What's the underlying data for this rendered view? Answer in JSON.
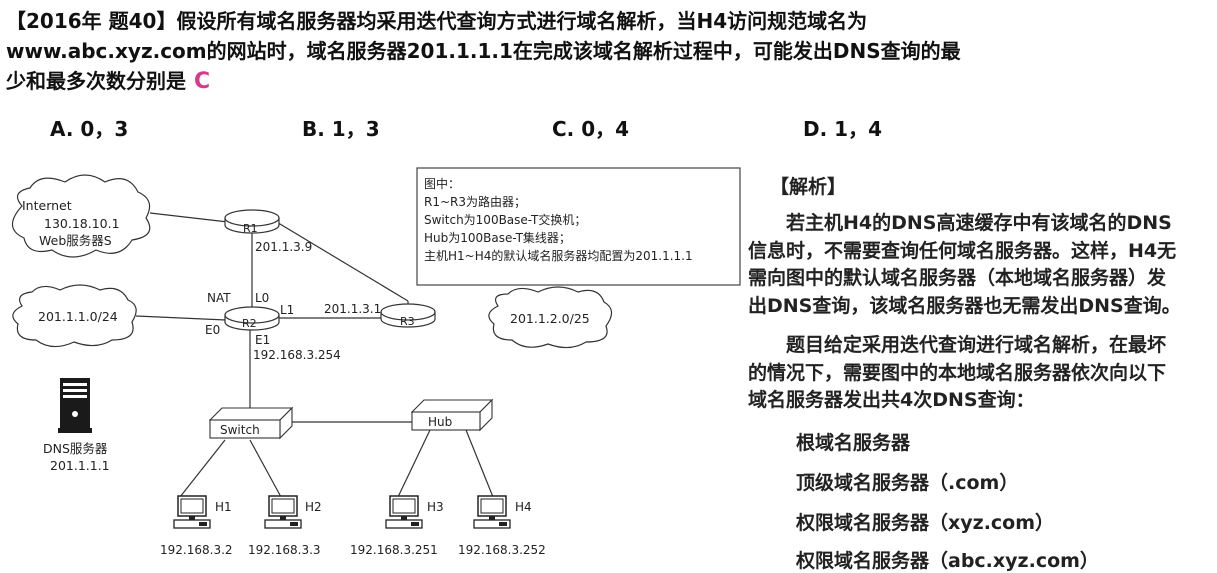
{
  "question": {
    "line1": "【2016年 题40】假设所有域名服务器均采用迭代查询方式进行域名解析，当H4访问规范域名为",
    "line2": "www.abc.xyz.com的网站时，域名服务器201.1.1.1在完成该域名解析过程中，可能发出DNS查询的最",
    "line3": "少和最多次数分别是",
    "answer": "C"
  },
  "options": [
    {
      "label": "A. 0，3"
    },
    {
      "label": "B. 1，3"
    },
    {
      "label": "C. 0，4"
    },
    {
      "label": "D. 1，4"
    }
  ],
  "diagram": {
    "internet_cloud": {
      "line1": "Internet",
      "line2": "130.18.10.1",
      "line3": "Web服务器S"
    },
    "net_left_cloud": "201.1.1.0/24",
    "net_right_cloud": "201.1.2.0/25",
    "r1": {
      "name": "R1",
      "ip": "201.1.3.9"
    },
    "r2": {
      "name": "R2",
      "nat": "NAT",
      "l0": "L0",
      "l1": "L1",
      "e0": "E0",
      "e1": "E1",
      "e1_ip": "192.168.3.254"
    },
    "r3": {
      "name": "R3",
      "link_ip": "201.1.3.1"
    },
    "switch": "Switch",
    "hub": "Hub",
    "dns_server": {
      "name": "DNS服务器",
      "ip": "201.1.1.1"
    },
    "hosts": [
      {
        "name": "H1",
        "ip": "192.168.3.2"
      },
      {
        "name": "H2",
        "ip": "192.168.3.3"
      },
      {
        "name": "H3",
        "ip": "192.168.3.251"
      },
      {
        "name": "H4",
        "ip": "192.168.3.252"
      }
    ],
    "legend": [
      "图中：",
      "R1~R3为路由器；",
      "Switch为100Base-T交换机；",
      "Hub为100Base-T集线器；",
      "主机H1~H4的默认域名服务器均配置为201.1.1.1"
    ]
  },
  "analysis": {
    "heading": "【解析】",
    "para1": [
      "若主机H4的DNS高速缓存中有该域名的DNS",
      "信息时，不需要查询任何域名服务器。这样，H4无",
      "需向图中的默认域名服务器（本地域名服务器）发",
      "出DNS查询，该域名服务器也无需发出DNS查询。"
    ],
    "para2": [
      "题目给定采用迭代查询进行域名解析，在最坏",
      "的情况下，需要图中的本地域名服务器依次向以下",
      "域名服务器发出共4次DNS查询："
    ],
    "items": [
      "根域名服务器",
      "顶级域名服务器（.com）",
      "权限域名服务器（xyz.com）",
      "权限域名服务器（abc.xyz.com）"
    ]
  }
}
